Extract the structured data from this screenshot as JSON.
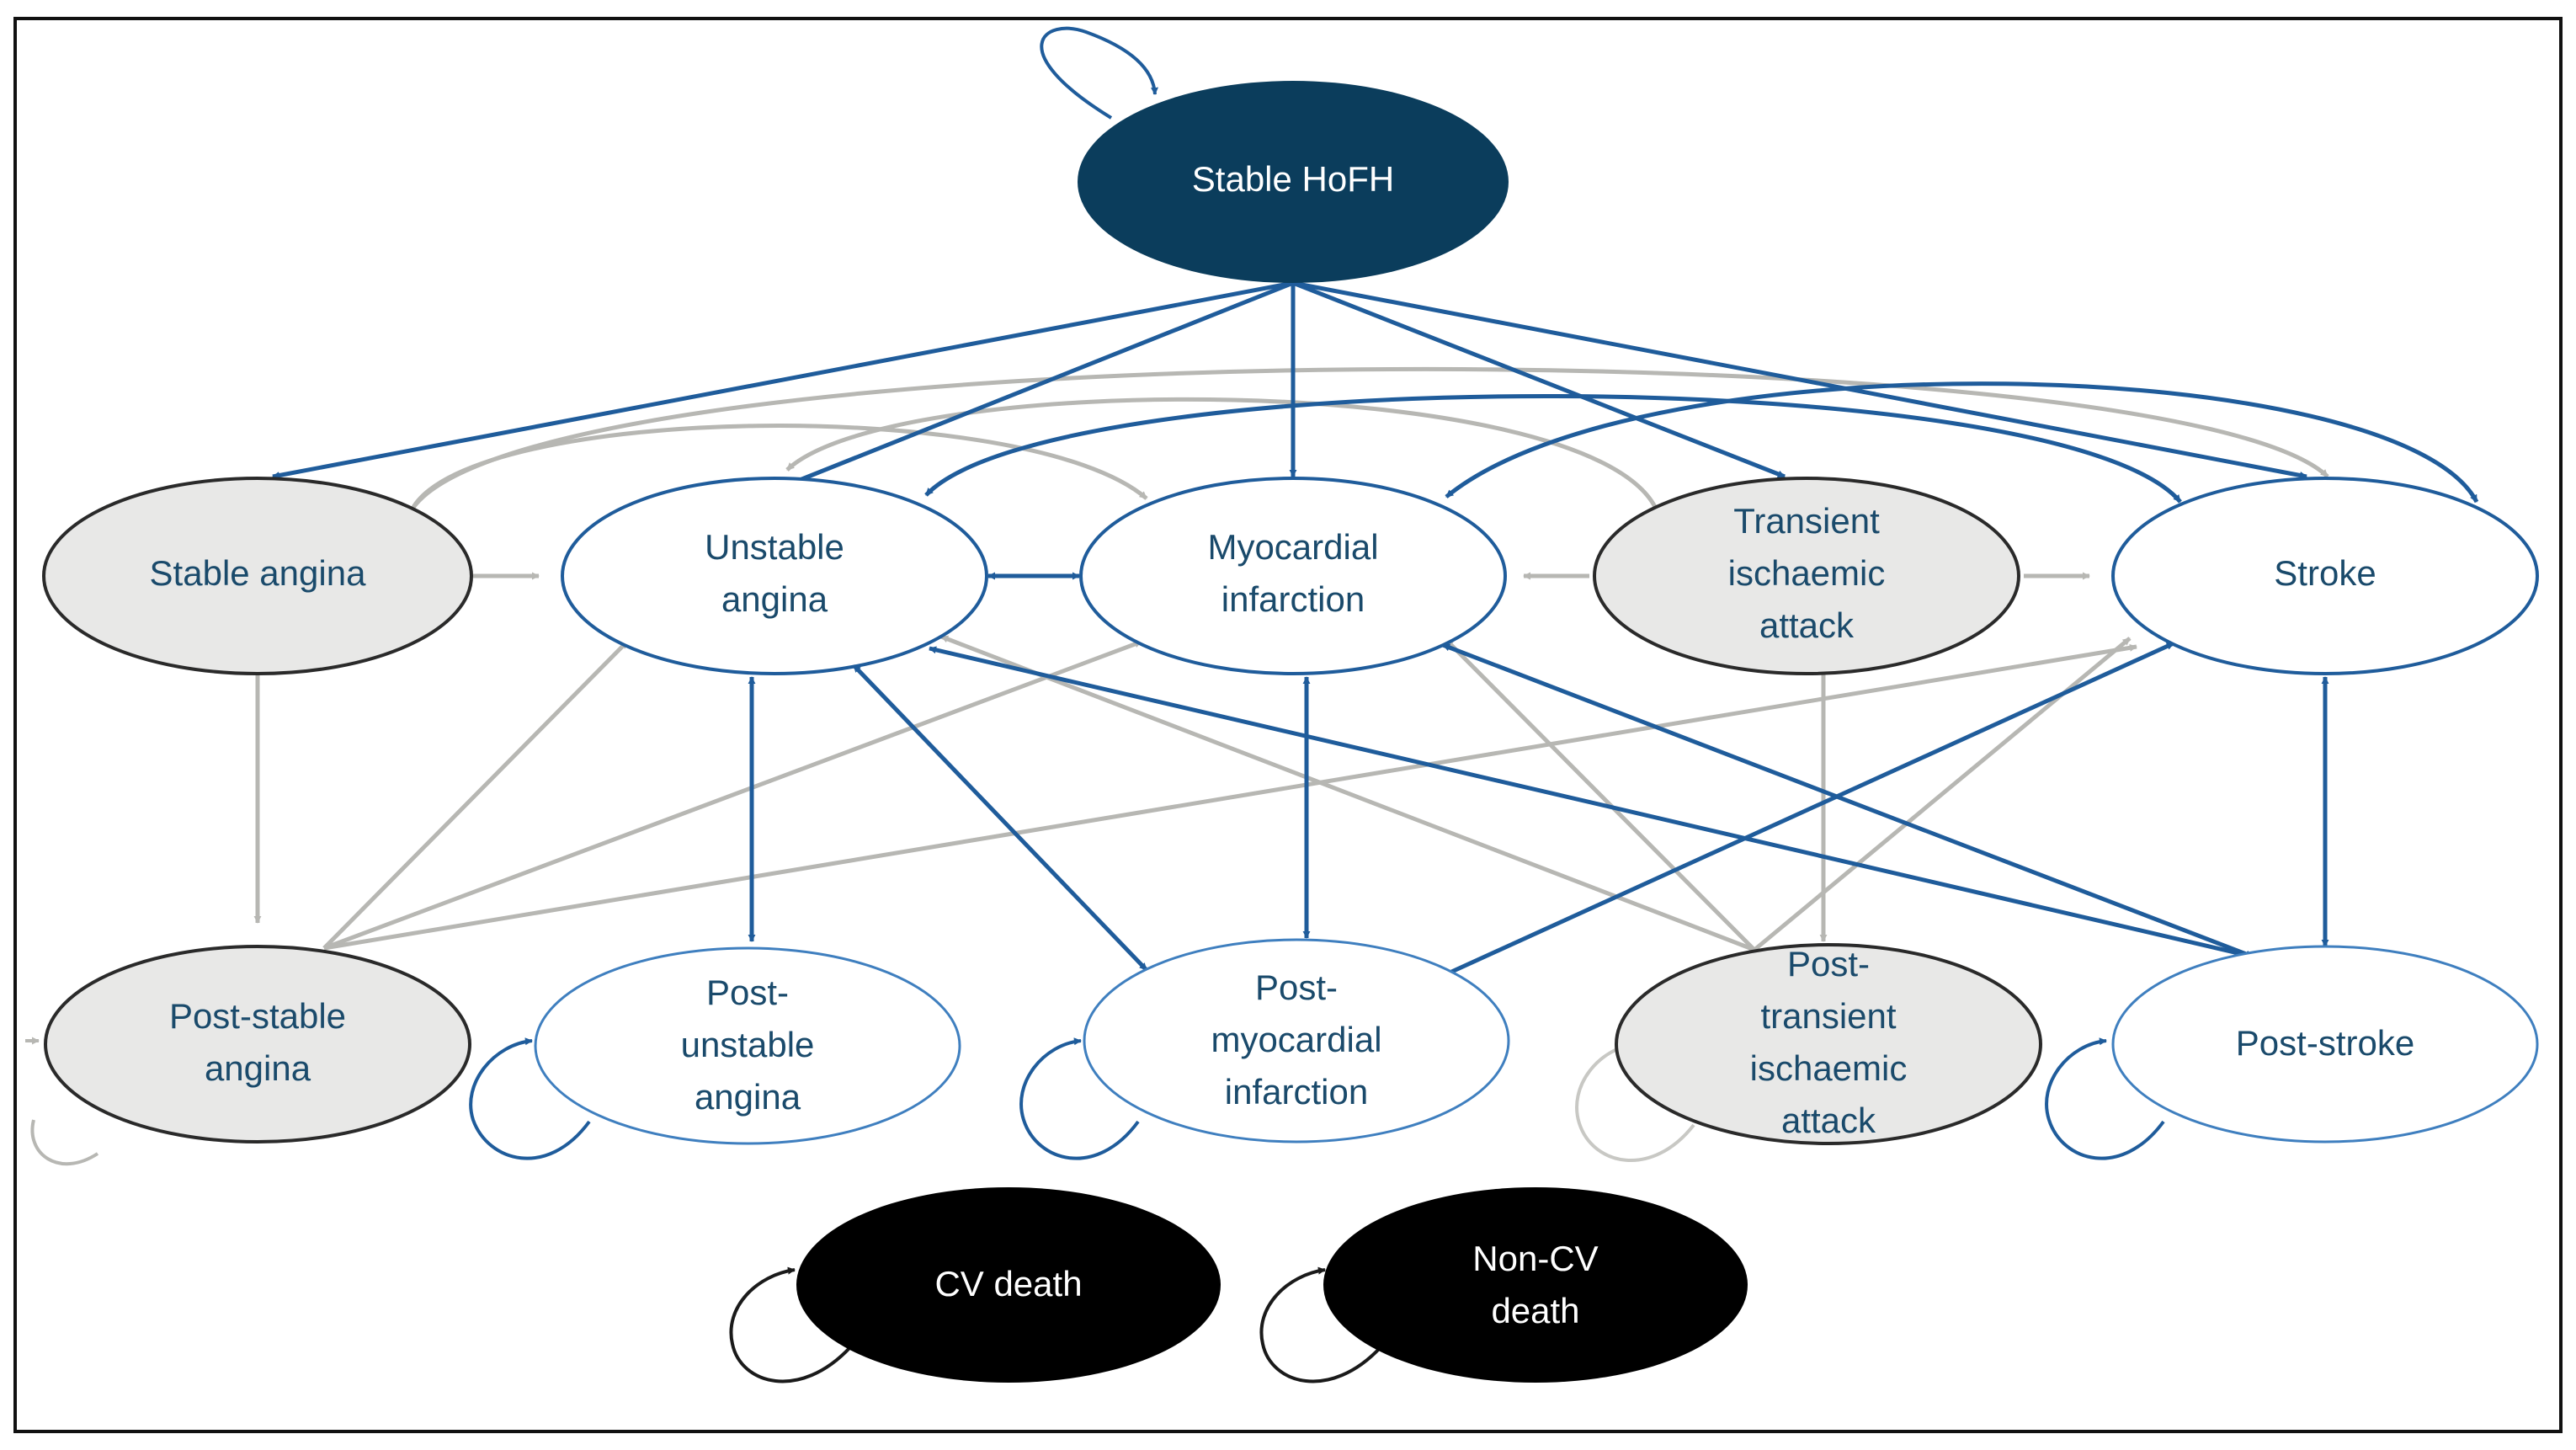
{
  "colors": {
    "blue": "#1f5c9b",
    "gray": "#b7b7b3",
    "dark_teal": "#0b3d5c",
    "node_gray_fill": "#e8e8e7",
    "node_gray_stroke": "#2a2a2a",
    "death_fill": "#000000",
    "loop_black": "#1a1a1a",
    "label_blue": "#1a4a6b",
    "frame": "#111111"
  },
  "nodes": {
    "stable_hofh": {
      "lines": [
        "Stable HoFH"
      ]
    },
    "stable_angina": {
      "lines": [
        "Stable angina"
      ]
    },
    "unstable_angina": {
      "lines": [
        "Unstable",
        "angina"
      ]
    },
    "myocardial_infarction": {
      "lines": [
        "Myocardial",
        "infarction"
      ]
    },
    "transient_ischaemic_attack": {
      "lines": [
        "Transient",
        "ischaemic",
        "attack"
      ]
    },
    "stroke": {
      "lines": [
        "Stroke"
      ]
    },
    "post_stable_angina": {
      "lines": [
        "Post-stable",
        "angina"
      ]
    },
    "post_unstable_angina": {
      "lines": [
        "Post-",
        "unstable",
        "angina"
      ]
    },
    "post_myocardial_infarction": {
      "lines": [
        "Post-",
        "myocardial",
        "infarction"
      ]
    },
    "post_transient_ischaemic_attack": {
      "lines": [
        "Post-",
        "transient",
        "ischaemic",
        "attack"
      ]
    },
    "post_stroke": {
      "lines": [
        "Post-stroke"
      ]
    },
    "cv_death": {
      "lines": [
        "CV death"
      ]
    },
    "non_cv_death": {
      "lines": [
        "Non-CV",
        "death"
      ]
    }
  }
}
